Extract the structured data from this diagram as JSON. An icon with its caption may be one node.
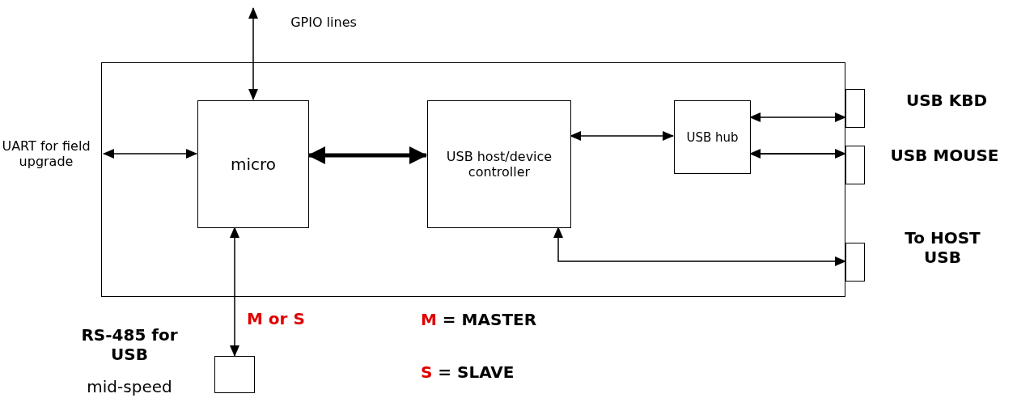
{
  "diagram": {
    "nodes": [
      {
        "text": [],
        "shape": "box"
      },
      {
        "text": [
          "micro"
        ],
        "in": 0
      },
      {
        "text": [
          "USB host/device controller"
        ],
        "in": 0
      },
      {
        "text": [
          "USB hub"
        ],
        "in": 0
      },
      {
        "text": [],
        "shape": "box",
        "beside": [
          "USB KBD"
        ]
      },
      {
        "text": [],
        "shape": "box",
        "beside": [
          "USB MOUSE"
        ]
      },
      {
        "text": [],
        "shape": "box",
        "beside": [
          "To HOST USB"
        ]
      },
      {
        "text": [],
        "shape": "box",
        "beside": [
          "RS-485 for USB",
          "mid-speed"
        ]
      },
      {
        "text": [
          "UART for field upgrade"
        ]
      }
    ],
    "edges": [
      {
        "from": null,
        "to": 1,
        "arrow": "both"
      },
      {
        "from": 8,
        "to": 1,
        "arrow": "both"
      },
      {
        "from": 1,
        "to": 2,
        "arrow": "both",
        "style": "thick"
      },
      {
        "from": 2,
        "to": 3,
        "arrow": "both"
      },
      {
        "from": 3,
        "to": 4,
        "arrow": "both"
      },
      {
        "from": 3,
        "to": 5,
        "arrow": "both"
      },
      {
        "from": 2,
        "to": 6,
        "arrow": "both"
      },
      {
        "from": 1,
        "to": 7,
        "arrow": "both",
        "label": "M or S"
      }
    ],
    "labels": [
      "GPIO lines",
      "M = MASTER",
      "S = SLAVE"
    ]
  }
}
